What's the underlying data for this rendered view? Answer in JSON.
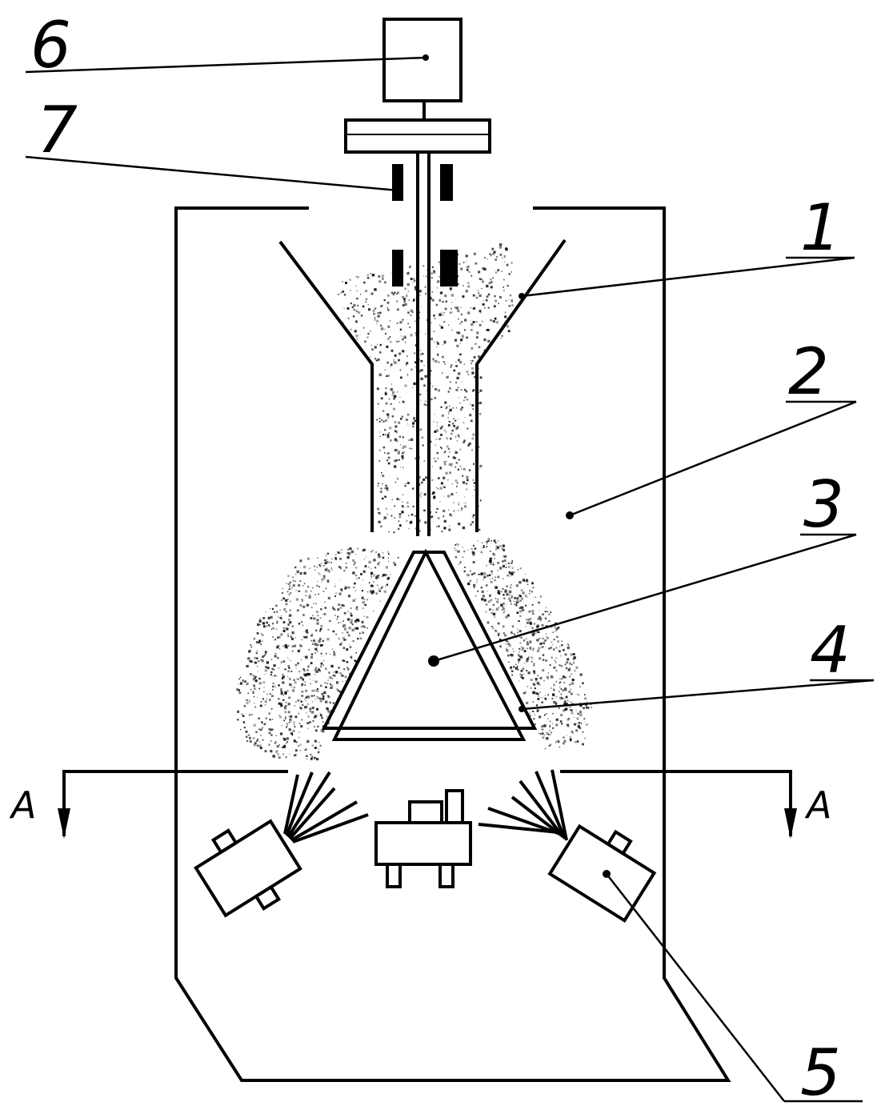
{
  "callouts": [
    {
      "id": "1",
      "text": "1"
    },
    {
      "id": "2",
      "text": "2"
    },
    {
      "id": "3",
      "text": "3"
    },
    {
      "id": "4",
      "text": "4"
    },
    {
      "id": "5",
      "text": "5"
    },
    {
      "id": "6",
      "text": "6"
    },
    {
      "id": "7",
      "text": "7"
    }
  ],
  "section": {
    "left": "A",
    "right": "A"
  },
  "style": {
    "line_color": "#000000",
    "background": "#ffffff",
    "particle_color": "#000000"
  }
}
